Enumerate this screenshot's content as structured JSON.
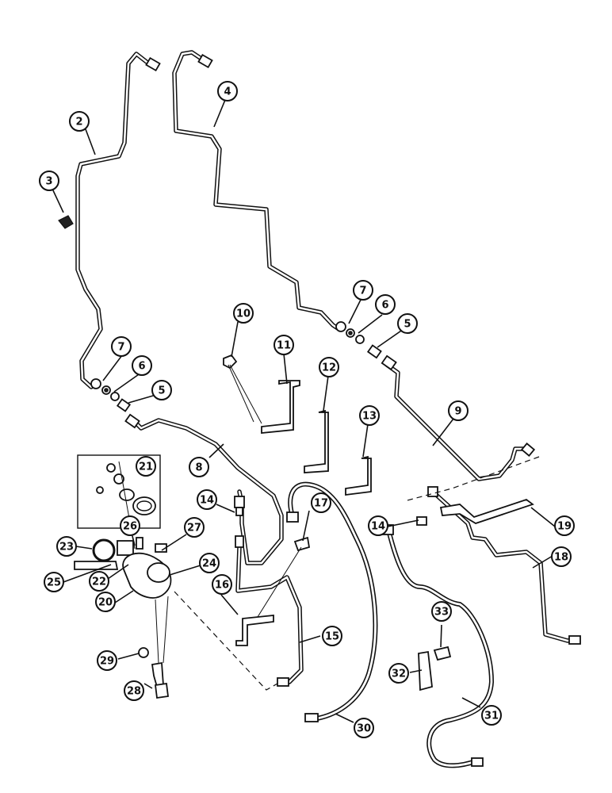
{
  "callouts": [
    {
      "label": "2"
    },
    {
      "label": "3"
    },
    {
      "label": "4"
    },
    {
      "label": "7"
    },
    {
      "label": "6"
    },
    {
      "label": "5"
    },
    {
      "label": "10"
    },
    {
      "label": "11"
    },
    {
      "label": "12"
    },
    {
      "label": "7"
    },
    {
      "label": "6"
    },
    {
      "label": "5"
    },
    {
      "label": "13"
    },
    {
      "label": "9"
    },
    {
      "label": "21"
    },
    {
      "label": "8"
    },
    {
      "label": "14"
    },
    {
      "label": "27"
    },
    {
      "label": "17"
    },
    {
      "label": "14"
    },
    {
      "label": "19"
    },
    {
      "label": "18"
    },
    {
      "label": "23"
    },
    {
      "label": "26"
    },
    {
      "label": "24"
    },
    {
      "label": "25"
    },
    {
      "label": "22"
    },
    {
      "label": "16"
    },
    {
      "label": "33"
    },
    {
      "label": "20"
    },
    {
      "label": "15"
    },
    {
      "label": "32"
    },
    {
      "label": "29"
    },
    {
      "label": "28"
    },
    {
      "label": "30"
    },
    {
      "label": "31"
    }
  ]
}
